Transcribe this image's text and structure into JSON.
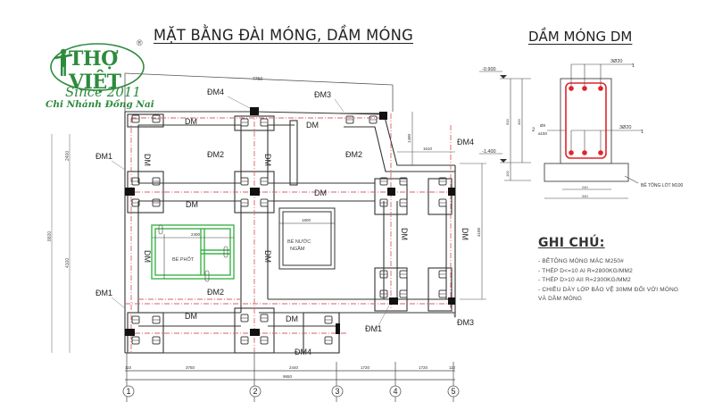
{
  "logo": {
    "brand_name": "THỢ VIỆT",
    "since": "Since 2011",
    "branch": "Chi Nhánh Đồng Nai",
    "registered_mark": "®",
    "brand_color": "#2e8b3e"
  },
  "plan": {
    "title": "MẶT BẰNG ĐÀI MÓNG, DẦM MÓNG",
    "top_dimension": "7750",
    "beam_labels": {
      "dm4_top": "ĐM4",
      "dm3_top": "ĐM3",
      "dm1_left_top": "ĐM1",
      "dm1_left_bottom": "ĐM1",
      "dm2_upper_left": "ĐM2",
      "dm2_upper_mid": "ĐM2",
      "dm2_lower": "ĐM2",
      "dm4_right": "ĐM4",
      "dm1_bottom": "ĐM1",
      "dm3_bottom": "ĐM3",
      "dm4_bottom": "ĐM4",
      "dm": "DM"
    },
    "rooms": {
      "septic_tank": "BỂ PHỐT",
      "water_tank_line1": "BỂ NƯỚC",
      "water_tank_line2": "NGẦM",
      "water_tank_dim": "1800",
      "septic_dim": "2400"
    },
    "local_dims": {
      "vertical_notch": "1400",
      "horizontal_notch": "1610",
      "right_vertical": "4100",
      "left_vertical_total": "8600",
      "left_vertical_a": "2400",
      "left_vertical_b": "4100"
    },
    "axis_dims": {
      "segments": [
        "3750",
        "2440",
        "1720",
        "1720"
      ],
      "total": "9650",
      "edge_left": "110",
      "edge_right": "110"
    },
    "axes": [
      "1",
      "2",
      "3",
      "4",
      "5"
    ]
  },
  "section": {
    "title": "DẦM MÓNG DM",
    "elev_top": "-0.900",
    "elev_bottom": "-1.400",
    "top_rebar": "3Ø20",
    "bottom_rebar": "3Ø20",
    "rebar_mark_1": "1",
    "stirrup_mark": "2",
    "stirrup_size": "Ø8",
    "stirrup_spacing": "a150",
    "dim_height_1": "500",
    "dim_height_2": "400",
    "dim_lean": "100",
    "dim_width": "240",
    "dim_base": "340",
    "lean_concrete": "BÊ TÔNG LÓT M100",
    "rebar_color": "#e0242b"
  },
  "notes": {
    "heading": "GHI CHÚ:",
    "items": [
      "- BÊTÔNG MÓNG MÁC M250#",
      "- THÉP D<=10 AI R=2800KG/MM2",
      "- THÉP D>10 AII R=2300KG/MM2",
      "- CHIỀU DÀY LỚP BẢO VỆ 30MM ĐỐI VỚI MÓNG",
      "VÀ DẦM MÓNG"
    ]
  }
}
